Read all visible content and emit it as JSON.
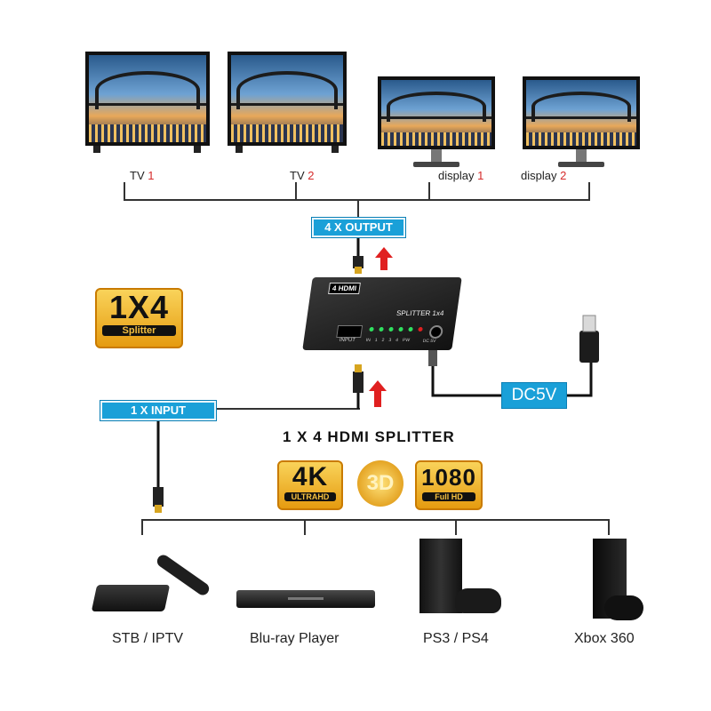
{
  "outputs": [
    {
      "name": "TV",
      "num": "1"
    },
    {
      "name": "TV",
      "num": "2"
    },
    {
      "name": "display",
      "num": "1"
    },
    {
      "name": "display",
      "num": "2"
    }
  ],
  "output_box": "4 X OUTPUT",
  "input_box": "1 X INPUT",
  "power_box": "DC5V",
  "title": "1 X 4 HDMI SPLITTER",
  "badge_1x4": {
    "big": "1X4",
    "small": "Splitter"
  },
  "feature_badges": {
    "k4": {
      "big": "4K",
      "small": "ULTRAHD"
    },
    "threed": "3D",
    "fhd": {
      "big": "1080",
      "small": "Full HD"
    }
  },
  "splitter": {
    "logo": "4 HDMI",
    "model": "SPLITTER 1x4",
    "input_port": "INPUT",
    "led_labels": [
      "IN",
      "1",
      "2",
      "3",
      "4",
      "PW"
    ],
    "power_port": "DC 5V"
  },
  "sources": [
    "STB / IPTV",
    "Blu-ray Player",
    "PS3 / PS4",
    "Xbox 360"
  ],
  "colors": {
    "accent_blue": "#1aa0d8",
    "label_red": "#d62b2b",
    "arrow_red": "#e02020",
    "gold": "#e59b10"
  }
}
